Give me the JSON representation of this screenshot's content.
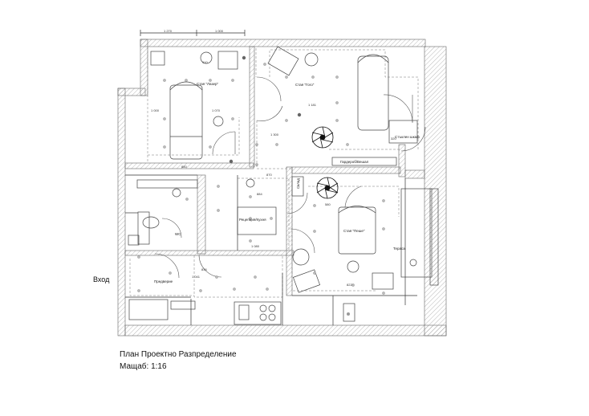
{
  "title": "План Проектно Разпределение",
  "scale": "Мащаб: 1:16",
  "entrance": "Вход",
  "rooms": {
    "laser": "Стая \"Лазер\"",
    "hair": "Стая \"Гого\"",
    "pike": "Стая \"Пеше\"",
    "reception": "Рецепция/Кухня",
    "wc": "WC",
    "lobby": "Предверие",
    "terrace": "Тераса",
    "storage": "Склад",
    "cabinet": "Стъклен шкаф",
    "wardrobe": "Гардероб/Вешал"
  },
  "dimensions": {
    "top_left": "1 270",
    "top_right": "1 000",
    "laser_width": "1 070",
    "laser_depth": "1 000",
    "laser_small": "910",
    "laser_bottom": "880",
    "corridor": "1 300",
    "corridor_b": "870",
    "reception_w": "884",
    "reception_h": "1 080",
    "hair_w": "1 181",
    "hair_small": "870",
    "terrace_dim": "320",
    "pike_w": "580",
    "pike_h": "822",
    "lobby_w": "1 041",
    "lobby_small": "836"
  }
}
